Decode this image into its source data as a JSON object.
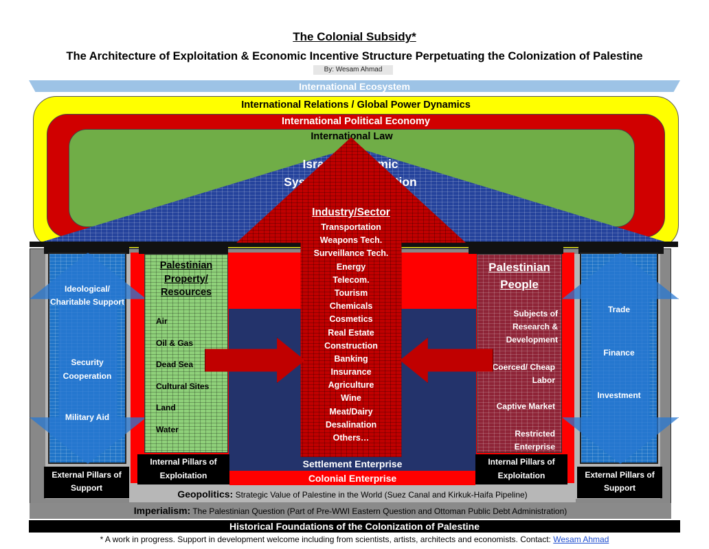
{
  "header": {
    "title": "The Colonial Subsidy*",
    "subtitle": "The Architecture of Exploitation & Economic Incentive Structure Perpetuating the Colonization of Palestine",
    "author": "By: Wesam Ahmad"
  },
  "layers": {
    "ecosystem": "International Ecosystem",
    "relations": "International Relations / Global Power Dynamics",
    "political_economy": "International Political Economy",
    "law": "International Law",
    "roof_line1": "Israeli Economic",
    "roof_line2": "System of Colonization"
  },
  "industry": {
    "heading": "Industry/Sector",
    "items": [
      "Transportation",
      "Weapons Tech.",
      "Surveillance Tech.",
      "Energy",
      "Telecom.",
      "Tourism",
      "Chemicals",
      "Cosmetics",
      "Real Estate",
      "Construction",
      "Banking",
      "Insurance",
      "Agriculture",
      "Wine",
      "Meat/Dairy",
      "Desalination",
      "Others…"
    ]
  },
  "left_outer": {
    "items": [
      "Ideological/ Charitable Support",
      "Security Cooperation",
      "Military Aid"
    ],
    "base": "External Pillars of Support"
  },
  "right_outer": {
    "items": [
      "Trade",
      "Finance",
      "Investment"
    ],
    "base": "External Pillars of Support"
  },
  "resources": {
    "heading": "Palestinian Property/ Resources",
    "items": [
      "Air",
      "Oil & Gas",
      "Dead Sea",
      "Cultural Sites",
      "Land",
      "Water"
    ],
    "base": "Internal Pillars of Exploitation"
  },
  "people": {
    "heading": "Palestinian People",
    "items": [
      "Subjects of Research & Development",
      "Coerced/ Cheap Labor",
      "Captive Market",
      "Restricted Enterprise"
    ],
    "base": "Internal Pillars of Exploitation"
  },
  "enterprise": {
    "settlement": "Settlement Enterprise",
    "colonial": "Colonial Enterprise"
  },
  "foundations": {
    "geo_label": "Geopolitics:",
    "geo_text": "Strategic Value of Palestine in the World (Suez Canal and Kirkuk-Haifa Pipeline)",
    "imp_label": "Imperialism:",
    "imp_text": "The Palestinian Question (Part of Pre-WWI Eastern Question and Ottoman Public Debt Administration)",
    "historical": "Historical Foundations of the Colonization of Palestine"
  },
  "footer": {
    "note": "* A work in progress. Support in development welcome including from scientists, artists, architects and economists. Contact:",
    "contact_link": "Wesam Ahmad"
  },
  "colors": {
    "yellow": "#ffff00",
    "red": "#d00000",
    "green": "#70ad47",
    "navy": "#23336b",
    "blue": "#1f74c8",
    "crimson": "#c00000",
    "maroon": "#8e2437",
    "lightblue": "#9dc3e6"
  }
}
